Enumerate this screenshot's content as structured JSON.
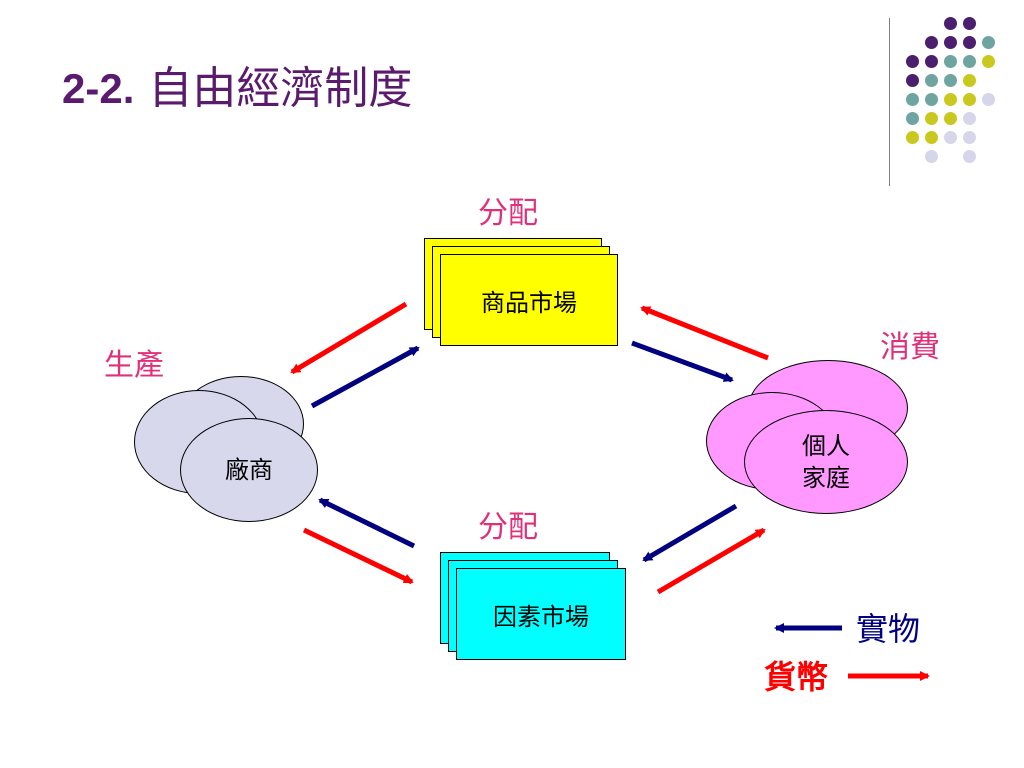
{
  "slide": {
    "title_number": "2-2.",
    "title_text": "自由經濟制度"
  },
  "diagram": {
    "product_market": {
      "label": "商品市場",
      "caption": "分配"
    },
    "factor_market": {
      "label": "因素市場",
      "caption": "分配"
    },
    "firms": {
      "label": "廠商",
      "caption": "生產"
    },
    "households": {
      "label_line1": "個人",
      "label_line2": "家庭",
      "caption": "消費"
    }
  },
  "legend": {
    "goods_label": "實物",
    "money_label": "貨幣",
    "goods_color": "#000080",
    "money_color": "#ff0000"
  },
  "colors": {
    "title": "#5a1a6e",
    "caption": "#e0307a",
    "product_box": "#ffff00",
    "factor_box": "#00ffff",
    "firms_ellipse": "#d8d8ec",
    "households_ellipse": "#ff99ff",
    "dot_purple": "#4b1e6e",
    "dot_teal": "#6fa5a0",
    "dot_olive": "#c8c81e",
    "dot_lavender": "#d6d6ea"
  }
}
